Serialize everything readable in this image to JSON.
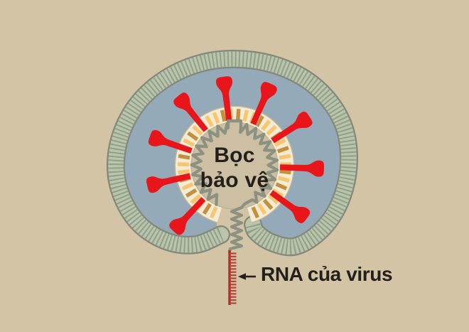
{
  "labels": {
    "core_line1": "Bọc",
    "core_line2": "bảo vệ",
    "rna": "RNA của virus"
  },
  "colors": {
    "background": "#d3c4a6",
    "membrane_fill": "#bac5ab",
    "membrane_stripe": "#93a18c",
    "membrane_outline": "#83887a",
    "cytoplasm": "#94aab8",
    "ring_cream": "#f2ebd6",
    "ring_edge": "#bfb394",
    "segment_light": "#f8c671",
    "segment_dark": "#c3913e",
    "spike_red": "#e8161a",
    "core_fill": "#ccbfa2",
    "core_edge": "#c0b496",
    "coil_gray": "#8c9181",
    "strand_red": "#aa3028",
    "strand_tooth_red": "#b5443a",
    "ink": "#23201c"
  },
  "spikes": {
    "count": 9,
    "angles_deg": [
      353,
      24,
      57,
      92,
      126,
      223,
      257,
      289,
      321
    ]
  },
  "capsid_segments": {
    "count": 38,
    "pattern": "LDLLDLDLLDLLDLDLLDLDLLDLLDLDLLDLDLLDLD"
  },
  "rna_strand": {
    "teeth": 17
  }
}
